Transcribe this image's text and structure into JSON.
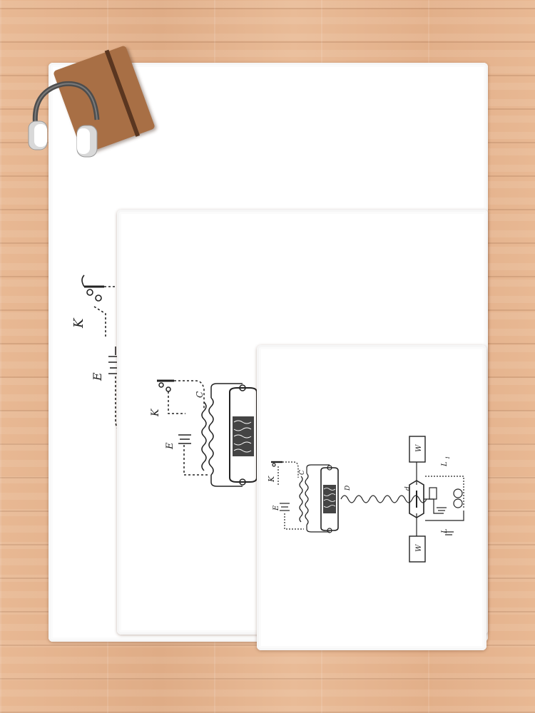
{
  "scene": {
    "products": [
      {
        "id": "large",
        "diagram_labels": [
          "K",
          "E"
        ]
      },
      {
        "id": "medium",
        "diagram_labels": [
          "K",
          "E",
          "C"
        ]
      },
      {
        "id": "small",
        "diagram_labels": [
          "K",
          "E",
          "C",
          "D",
          "d",
          "W",
          "W",
          "L",
          "L",
          "1"
        ]
      }
    ],
    "colors": {
      "floor": "#e6b48f",
      "blanket": "#ffffff",
      "ink": "#222222",
      "notebook": "#a86f45",
      "headphones": "#555555"
    },
    "props": [
      "headphones-icon",
      "notebook-icon"
    ]
  }
}
